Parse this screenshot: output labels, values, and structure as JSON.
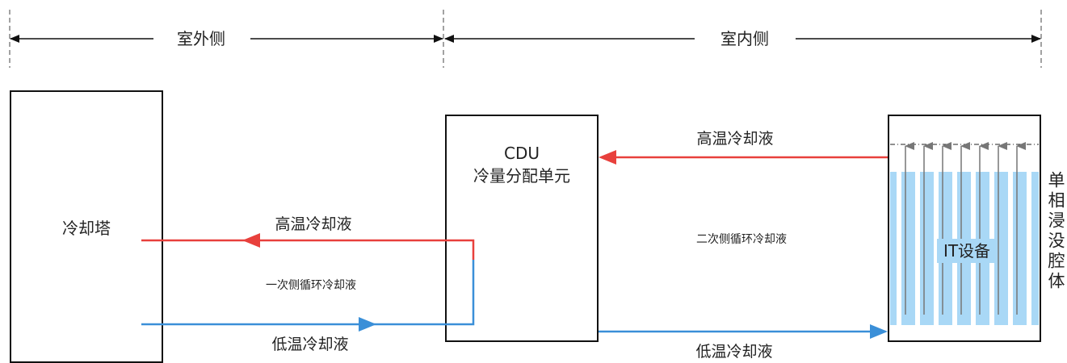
{
  "zones": {
    "outdoor": "室外侧",
    "indoor": "室内侧"
  },
  "components": {
    "cooling_tower": "冷却塔",
    "cdu_line1": "CDU",
    "cdu_line2": "冷量分配单元",
    "it_equipment": "IT设备",
    "tank_label": "单相浸没腔体"
  },
  "flows": {
    "primary_hot": "高温冷却液",
    "primary_loop": "一次侧循环冷却液",
    "primary_cold": "低温冷却液",
    "secondary_hot": "高温冷却液",
    "secondary_loop": "二次侧循环冷却液",
    "secondary_cold": "低温冷却液"
  },
  "colors": {
    "hot": "#e8403c",
    "cold": "#3a8fd8",
    "coolant_fill": "#9fd4f5",
    "outline": "#111111"
  }
}
